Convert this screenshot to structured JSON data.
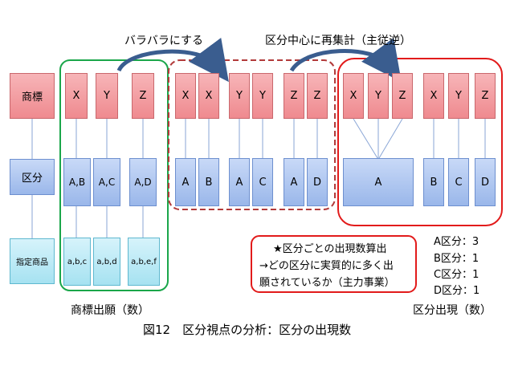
{
  "top_labels": {
    "spread": "バラバラにする",
    "recount": "区分中心に再集計（主従逆）"
  },
  "row_labels": {
    "mark": "商標",
    "category": "区分",
    "goods": "指定商品"
  },
  "app_trademarks": [
    "X",
    "Y",
    "Z"
  ],
  "app_categories": [
    "A,B",
    "A,C",
    "A,D"
  ],
  "app_goods": [
    "a,b,c",
    "a,b,d",
    "a,b,e,f"
  ],
  "spread_trademarks": [
    "X",
    "X",
    "Y",
    "Y",
    "Z",
    "Z"
  ],
  "spread_categories": [
    "A",
    "B",
    "A",
    "C",
    "A",
    "D"
  ],
  "recount_trademarks": [
    "X",
    "Y",
    "Z",
    "X",
    "Y",
    "Z"
  ],
  "recount_categories": [
    "A",
    "B",
    "C",
    "D"
  ],
  "note_lines": [
    "★区分ごとの出現数算出",
    "→どの区分に実質的に多く出",
    "願されているか（主力事業）"
  ],
  "counts": [
    "A区分：3",
    "B区分：1",
    "C区分：1",
    "D区分：1"
  ],
  "bottom_labels": {
    "applications": "商標出願（数）",
    "appearances": "区分出現（数）"
  },
  "caption": "図12　区分視点の分析：区分の出現数",
  "colors": {
    "green_group": "#1aa64a",
    "dashed_group": "#b23a3a",
    "red_group": "#e21b1b",
    "arrow": "#3a5d8f"
  }
}
